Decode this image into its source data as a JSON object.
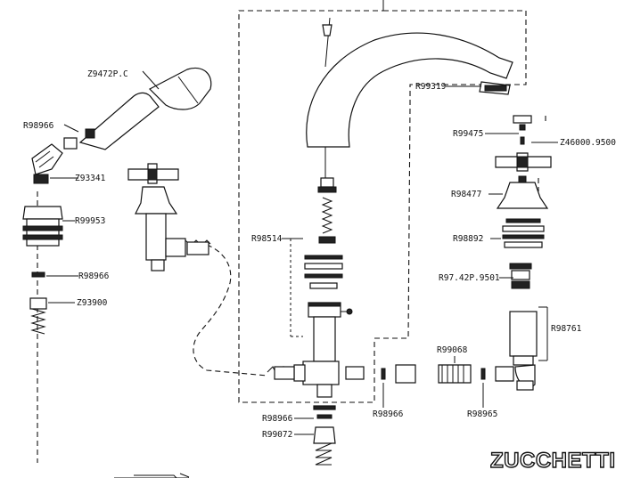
{
  "brand": "ZUCCHETTI",
  "parts": {
    "handshower": "Z9472P.C",
    "hs_washer": "R98966",
    "hs_hose_nut": "Z93341",
    "hs_holder": "R99953",
    "hs_washer_2": "R98966",
    "hs_hose": "Z93900",
    "spout_aerator": "R99319",
    "diverter_rod": "R98514",
    "center_washer": "R98966",
    "center_union": "R99072",
    "cross_handle_screw": "R99475",
    "cross_handle": "Z46000.9500",
    "bell_cover": "R98477",
    "cartridge_stack": "R98892",
    "headpart": "R97.42P.9501",
    "valve_body": "R98761",
    "conn_washer": "R98966",
    "conn_union": "R99068",
    "conn_washer_2": "R98965"
  }
}
